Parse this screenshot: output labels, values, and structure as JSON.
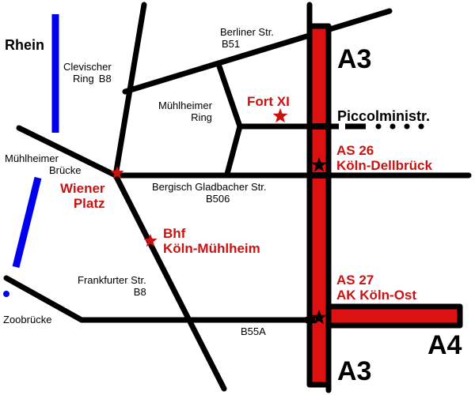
{
  "colors": {
    "road": "#000000",
    "river": "#0000ee",
    "motorway_fill": "#dd1111",
    "labels_red": "#cc1111",
    "stars": "#cc1111",
    "junction_stars": "#000000"
  },
  "rivers": [
    {
      "name": "Rhein"
    }
  ],
  "streets": {
    "berliner": {
      "name": "Berliner Str.",
      "ref": "B51"
    },
    "clevischer": {
      "name": "Clevischer",
      "name2": "Ring",
      "ref": "B8"
    },
    "muehlheimer_ring": {
      "name": "Mühlheimer",
      "name2": "Ring"
    },
    "piccolomini": {
      "name": "Piccolministr."
    },
    "muehlheimer_bruecke": {
      "name": "Mühlheimer",
      "name2": "Brücke"
    },
    "bergisch": {
      "name": "Bergisch Gladbacher Str.",
      "ref": "B506"
    },
    "frankfurter": {
      "name": "Frankfurter Str.",
      "ref": "B8"
    },
    "zoobruecke": {
      "name": "Zoobrücke"
    },
    "b55a": {
      "ref": "B55A"
    }
  },
  "motorways": [
    {
      "label": "A3"
    },
    {
      "label": "A3"
    },
    {
      "label": "A4"
    }
  ],
  "places": {
    "fort": {
      "name": "Fort XI"
    },
    "wiener": {
      "name": "Wiener",
      "name2": "Platz"
    },
    "bhf": {
      "name": "Bhf",
      "name2": "Köln-Mühlheim"
    },
    "as26": {
      "name": "AS 26",
      "name2": "Köln-Dellbrück"
    },
    "as27": {
      "name": "AS 27",
      "name2": "AK Köln-Ost"
    }
  }
}
